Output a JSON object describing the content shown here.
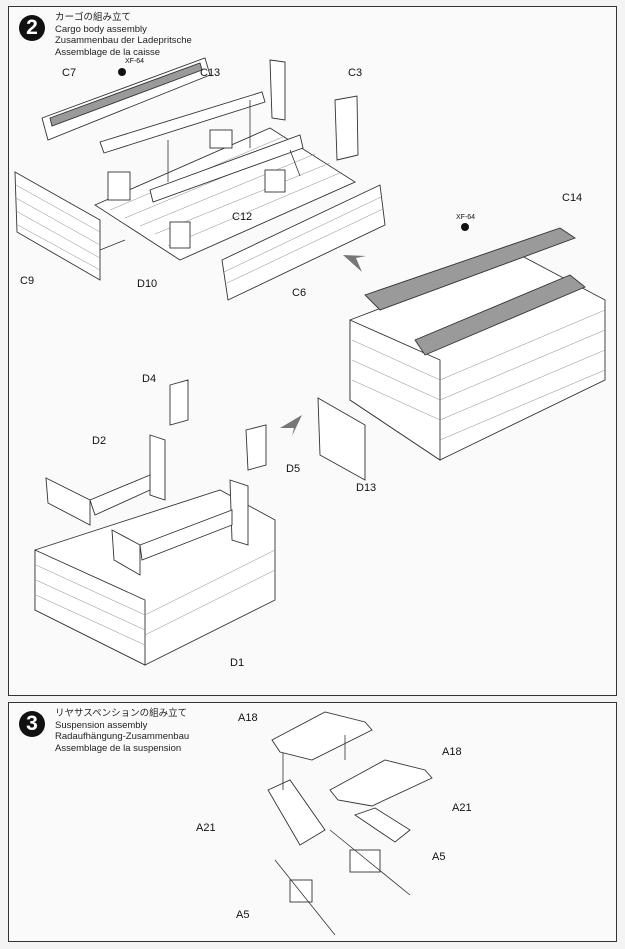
{
  "steps": [
    {
      "number": "2",
      "title_ja": "カーゴの組み立て",
      "title_en": "Cargo body assembly",
      "title_de": "Zusammenbau der Ladepritsche",
      "title_fr": "Assemblage de la caisse",
      "labels": {
        "c7": "C7",
        "xf64a": "XF-64",
        "c13": "C13",
        "c3": "C3",
        "c12": "C12",
        "c9": "C9",
        "d10": "D10",
        "c6": "C6",
        "c14": "C14",
        "xf64b": "XF-64",
        "d4": "D4",
        "d2": "D2",
        "d5": "D5",
        "d13": "D13",
        "d1": "D1"
      }
    },
    {
      "number": "3",
      "title_ja": "リヤサスペンションの組み立て",
      "title_en": "Suspension assembly",
      "title_de": "Radaufhängung-Zusammenbau",
      "title_fr": "Assemblage de la suspension",
      "labels": {
        "a18a": "A18",
        "a18b": "A18",
        "a21a": "A21",
        "a21b": "A21",
        "a5a": "A5",
        "a5b": "A5"
      }
    }
  ],
  "colors": {
    "arrow": "#777777",
    "painted_part": "#9a9a9a"
  }
}
